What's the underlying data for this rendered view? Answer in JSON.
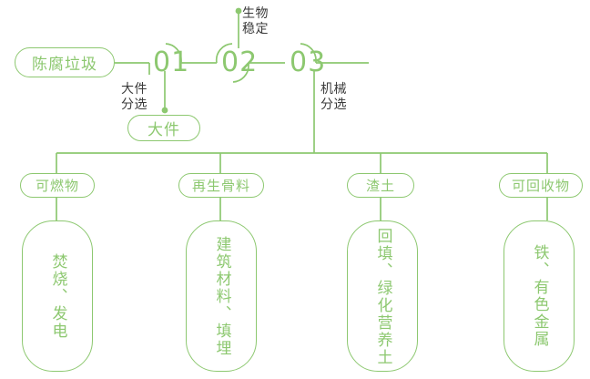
{
  "theme": {
    "accent_green": "#8dc870",
    "label_dark": "#3b3b3b",
    "background": "#ffffff"
  },
  "flow": {
    "source": {
      "label": "陈腐垃圾"
    },
    "steps": [
      {
        "number": "01",
        "annotation": "大件\n分选",
        "annotation_line1": "大件",
        "annotation_line2": "分选"
      },
      {
        "number": "02",
        "annotation": "生物\n稳定",
        "annotation_line1": "生物",
        "annotation_line2": "稳定"
      },
      {
        "number": "03",
        "annotation": "机械\n分选",
        "annotation_line1": "机械",
        "annotation_line2": "分选"
      }
    ],
    "bulky_output": {
      "label": "大件"
    },
    "categories": [
      {
        "label": "可燃物",
        "outcome": "焚烧、发电"
      },
      {
        "label": "再生骨料",
        "outcome": "建筑材料、填埋"
      },
      {
        "label": "渣土",
        "outcome": "回填、绿化营养土"
      },
      {
        "label": "可回收物",
        "outcome": "铁、有色金属"
      }
    ]
  }
}
